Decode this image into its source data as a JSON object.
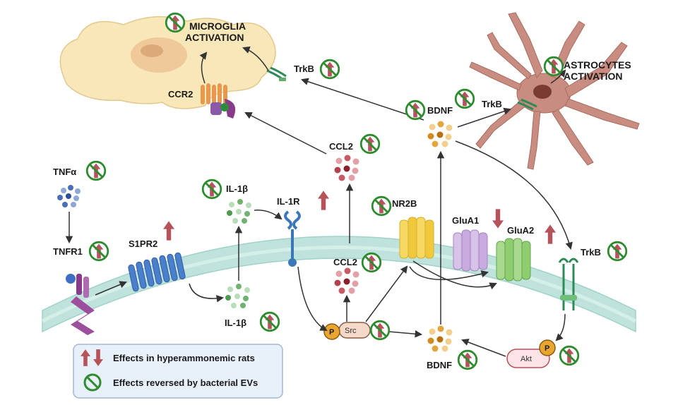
{
  "labels": {
    "microglia_activation_line1": "MICROGLIA",
    "microglia_activation_line2": "ACTIVATION",
    "astrocytes_activation_line1": "ASTROCYTES",
    "astrocytes_activation_line2": "ACTIVATION",
    "ccr2": "CCR2",
    "trkb_microglia": "TrkB",
    "trkb_astrocyte": "TrkB",
    "trkb_membrane": "TrkB",
    "bdnf_top": "BDNF",
    "bdnf_bottom": "BDNF",
    "ccl2_top": "CCL2",
    "ccl2_bottom": "CCL2",
    "tnfa": "TNFα",
    "tnfr1": "TNFR1",
    "s1pr2": "S1PR2",
    "il1b_top": "IL-1β",
    "il1b_bottom": "IL-1β",
    "il1r": "IL-1R",
    "nr2b": "NR2B",
    "glua1": "GluA1",
    "glua2": "GluA2",
    "src": "Src",
    "akt": "Akt",
    "phospho": "P"
  },
  "legend": {
    "arrows_text": "Effects in hyperammonemic rats",
    "reversed_text": "Effects reversed by bacterial EVs"
  },
  "colors": {
    "up_arrow": "#b5525a",
    "reversed_ring": "#2e8b2e",
    "membrane": "#bfe3dc",
    "microglia_body": "#f8e7b8",
    "astrocyte_body": "#c88d80"
  }
}
